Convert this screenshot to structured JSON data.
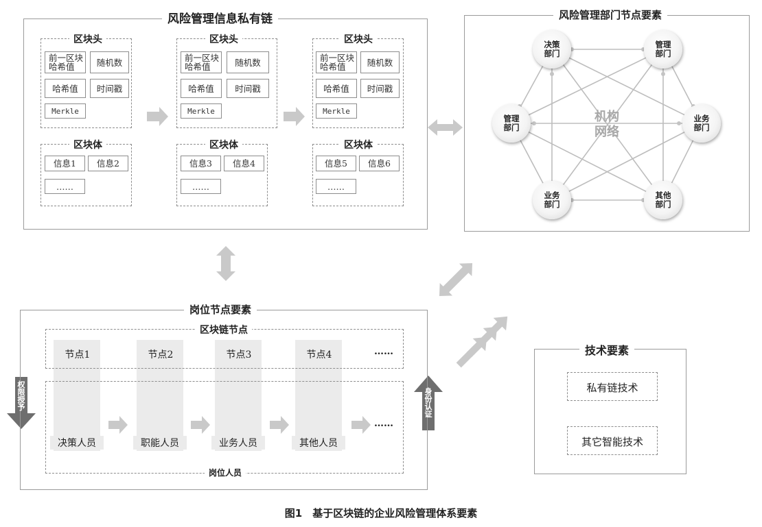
{
  "blockchain_panel": {
    "title": "风险管理信息私有链",
    "blocks": [
      {
        "header_title": "区块头",
        "prev_hash": "前一区块\n哈希值",
        "nonce": "随机数",
        "hash": "哈希值",
        "timestamp": "时间戳",
        "merkle": "Merkle",
        "body_title": "区块体",
        "info_a": "信息1",
        "info_b": "信息2",
        "more": "……"
      },
      {
        "header_title": "区块头",
        "prev_hash": "前一区块\n哈希值",
        "nonce": "随机数",
        "hash": "哈希值",
        "timestamp": "时间戳",
        "merkle": "Merkle",
        "body_title": "区块体",
        "info_a": "信息3",
        "info_b": "信息4",
        "more": "……"
      },
      {
        "header_title": "区块头",
        "prev_hash": "前一区块\n哈希值",
        "nonce": "随机数",
        "hash": "哈希值",
        "timestamp": "时间戳",
        "merkle": "Merkle",
        "body_title": "区块体",
        "info_a": "信息5",
        "info_b": "信息6",
        "more": "……"
      }
    ]
  },
  "department_panel": {
    "title": "风险管理部门节点要素",
    "center_label_line1": "机构",
    "center_label_line2": "网络",
    "nodes": [
      "决策部门",
      "管理部门",
      "管理部门",
      "业务部门",
      "业务部门",
      "其他部门"
    ]
  },
  "position_panel": {
    "title": "岗位节点要素",
    "chain_nodes_title": "区块链节点",
    "nodes": [
      "节点1",
      "节点2",
      "节点3",
      "节点4",
      "……"
    ],
    "roles": [
      "决策人员",
      "职能人员",
      "业务人员",
      "其他人员",
      "……"
    ],
    "roles_title": "岗位人员",
    "left_arrow_label": "权限授予",
    "right_arrow_label": "身份认证"
  },
  "tech_panel": {
    "title": "技术要素",
    "items": [
      "私有链技术",
      "其它智能技术"
    ]
  },
  "caption": "图1　基于区块链的企业风险管理体系要素",
  "colors": {
    "arrow_gray": "#c8c8c8",
    "dark_arrow": "#6e6e6e",
    "border": "#9a9a9a",
    "node_fill": "#ebebeb"
  }
}
